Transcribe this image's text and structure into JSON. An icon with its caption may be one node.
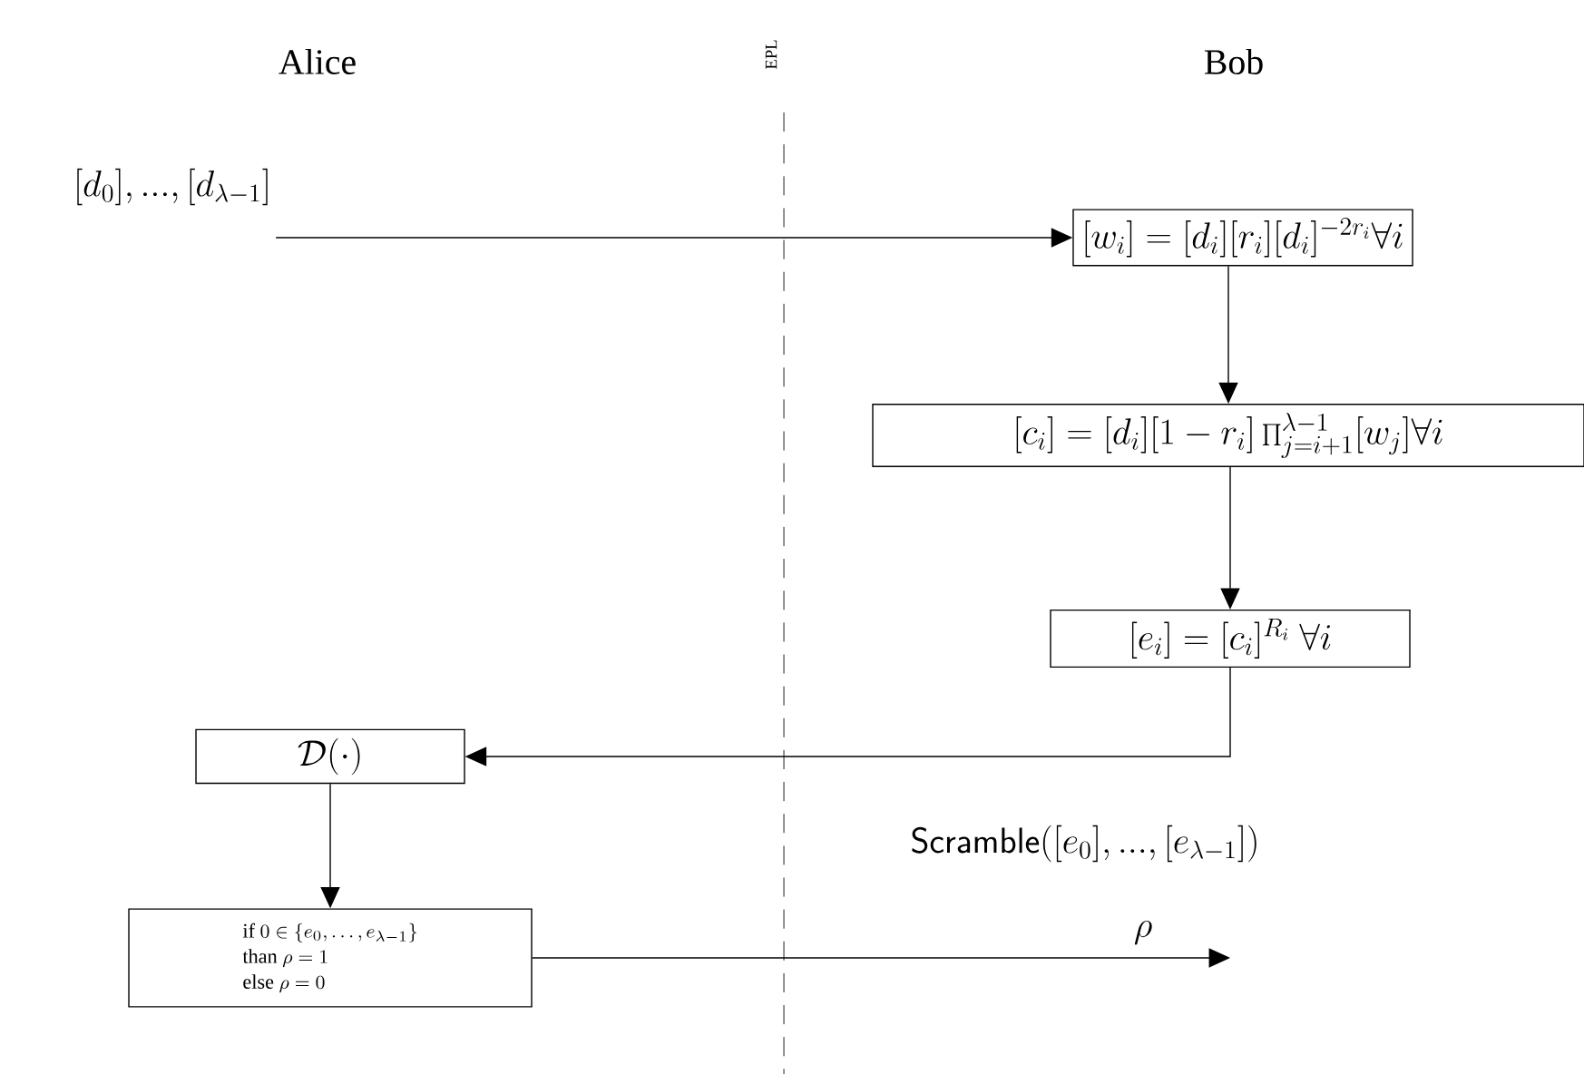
{
  "diagram": {
    "nodes": [
      {
        "text": [
          "[d_0], ..., [d_{\\lambda-1}]"
        ]
      },
      {
        "text": [
          "[w_i] = [d_i][r_i][d_i]^{-2r_i} \\forall i"
        ]
      },
      {
        "text": [
          "[c_i] = [d_i][1-r_i] \\prod_{j=i+1}^{\\lambda-1} [w_j] \\forall i"
        ]
      },
      {
        "text": [
          "[e_i] = [c_i]^{R_i}\\ \\forall i"
        ]
      },
      {
        "text": [
          "\\mathcal{D}(\\cdot)"
        ]
      },
      {
        "text": [
          "\\mbox{if } 0 \\in \\{e_0, \\ldots, e_{\\lambda-1}\\}",
          "\\mbox{than } \\rho = 1",
          "\\mbox{else } \\rho = 0"
        ]
      }
    ],
    "edges": [
      {
        "from": 0,
        "to": 1,
        "arrow": "to"
      },
      {
        "from": 1,
        "to": 2,
        "arrow": "to"
      },
      {
        "from": 2,
        "to": 3,
        "arrow": "to"
      },
      {
        "from": 3,
        "to": 4,
        "arrow": "to",
        "label": "\\mathsf{Scramble}([e_0], ..., [e_{\\lambda-1}])"
      },
      {
        "from": 4,
        "to": 5,
        "arrow": "to"
      },
      {
        "from": 5,
        "to": null,
        "arrow": "to",
        "label": "\\rho"
      }
    ],
    "labels": [
      "Alice",
      "EPL",
      "Bob"
    ]
  }
}
